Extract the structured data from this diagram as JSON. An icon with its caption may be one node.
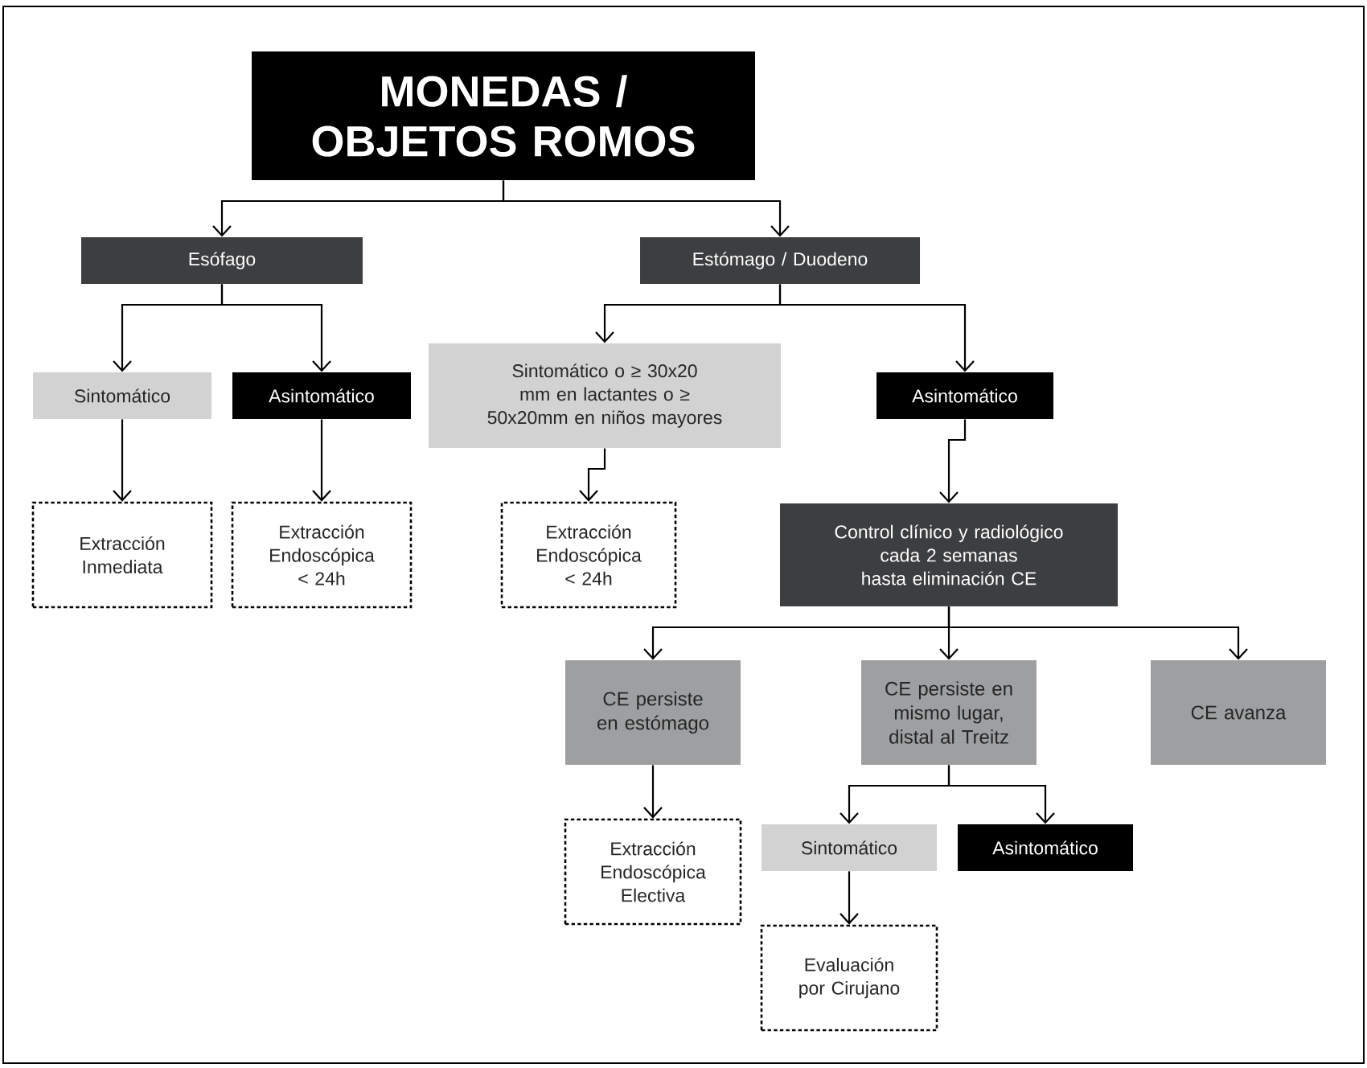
{
  "diagram": {
    "nodes": [
      {
        "text": [
          "MONEDAS / OBJETOS ROMOS"
        ]
      },
      {
        "text": [
          "Esófago"
        ]
      },
      {
        "text": [
          "Estómago / Duodeno"
        ]
      },
      {
        "text": [
          "Sintomático"
        ]
      },
      {
        "text": [
          "Asintomático"
        ]
      },
      {
        "text": [
          "Sintomático o ≥ 30x20 mm en lactantes o ≥ 50x20mm en niños mayores"
        ]
      },
      {
        "text": [
          "Asintomático"
        ]
      },
      {
        "text": [
          "Extracción Inmediata"
        ]
      },
      {
        "text": [
          "Extracción Endoscópica < 24h"
        ]
      },
      {
        "text": [
          "Extracción Endoscópica < 24h"
        ]
      },
      {
        "text": [
          "Control clínico y radiológico cada 2 semanas hasta eliminación CE"
        ]
      },
      {
        "text": [
          "CE persiste en estómago"
        ]
      },
      {
        "text": [
          "CE persiste en mismo lugar, distal al Treitz"
        ]
      },
      {
        "text": [
          "CE avanza"
        ]
      },
      {
        "text": [
          "Extracción Endoscópica Electiva"
        ]
      },
      {
        "text": [
          "Sintomático"
        ]
      },
      {
        "text": [
          "Asintomático"
        ]
      },
      {
        "text": [
          "Evaluación por Cirujano"
        ]
      }
    ],
    "edges": [
      {
        "from": 0,
        "to": 1,
        "arrow": "to"
      },
      {
        "from": 0,
        "to": 2,
        "arrow": "to"
      },
      {
        "from": 1,
        "to": 3,
        "arrow": "to"
      },
      {
        "from": 1,
        "to": 4,
        "arrow": "to"
      },
      {
        "from": 2,
        "to": 5,
        "arrow": "to"
      },
      {
        "from": 2,
        "to": 6,
        "arrow": "to"
      },
      {
        "from": 3,
        "to": 7,
        "arrow": "to"
      },
      {
        "from": 4,
        "to": 8,
        "arrow": "to"
      },
      {
        "from": 5,
        "to": 9,
        "arrow": "to"
      },
      {
        "from": 6,
        "to": 10,
        "arrow": "to"
      },
      {
        "from": 10,
        "to": 11,
        "arrow": "to"
      },
      {
        "from": 10,
        "to": 12,
        "arrow": "to"
      },
      {
        "from": 10,
        "to": 13,
        "arrow": "to"
      },
      {
        "from": 11,
        "to": 14,
        "arrow": "to"
      },
      {
        "from": 12,
        "to": 15,
        "arrow": "to"
      },
      {
        "from": 12,
        "to": 16,
        "arrow": "to"
      },
      {
        "from": 15,
        "to": 17,
        "arrow": "to"
      }
    ]
  }
}
